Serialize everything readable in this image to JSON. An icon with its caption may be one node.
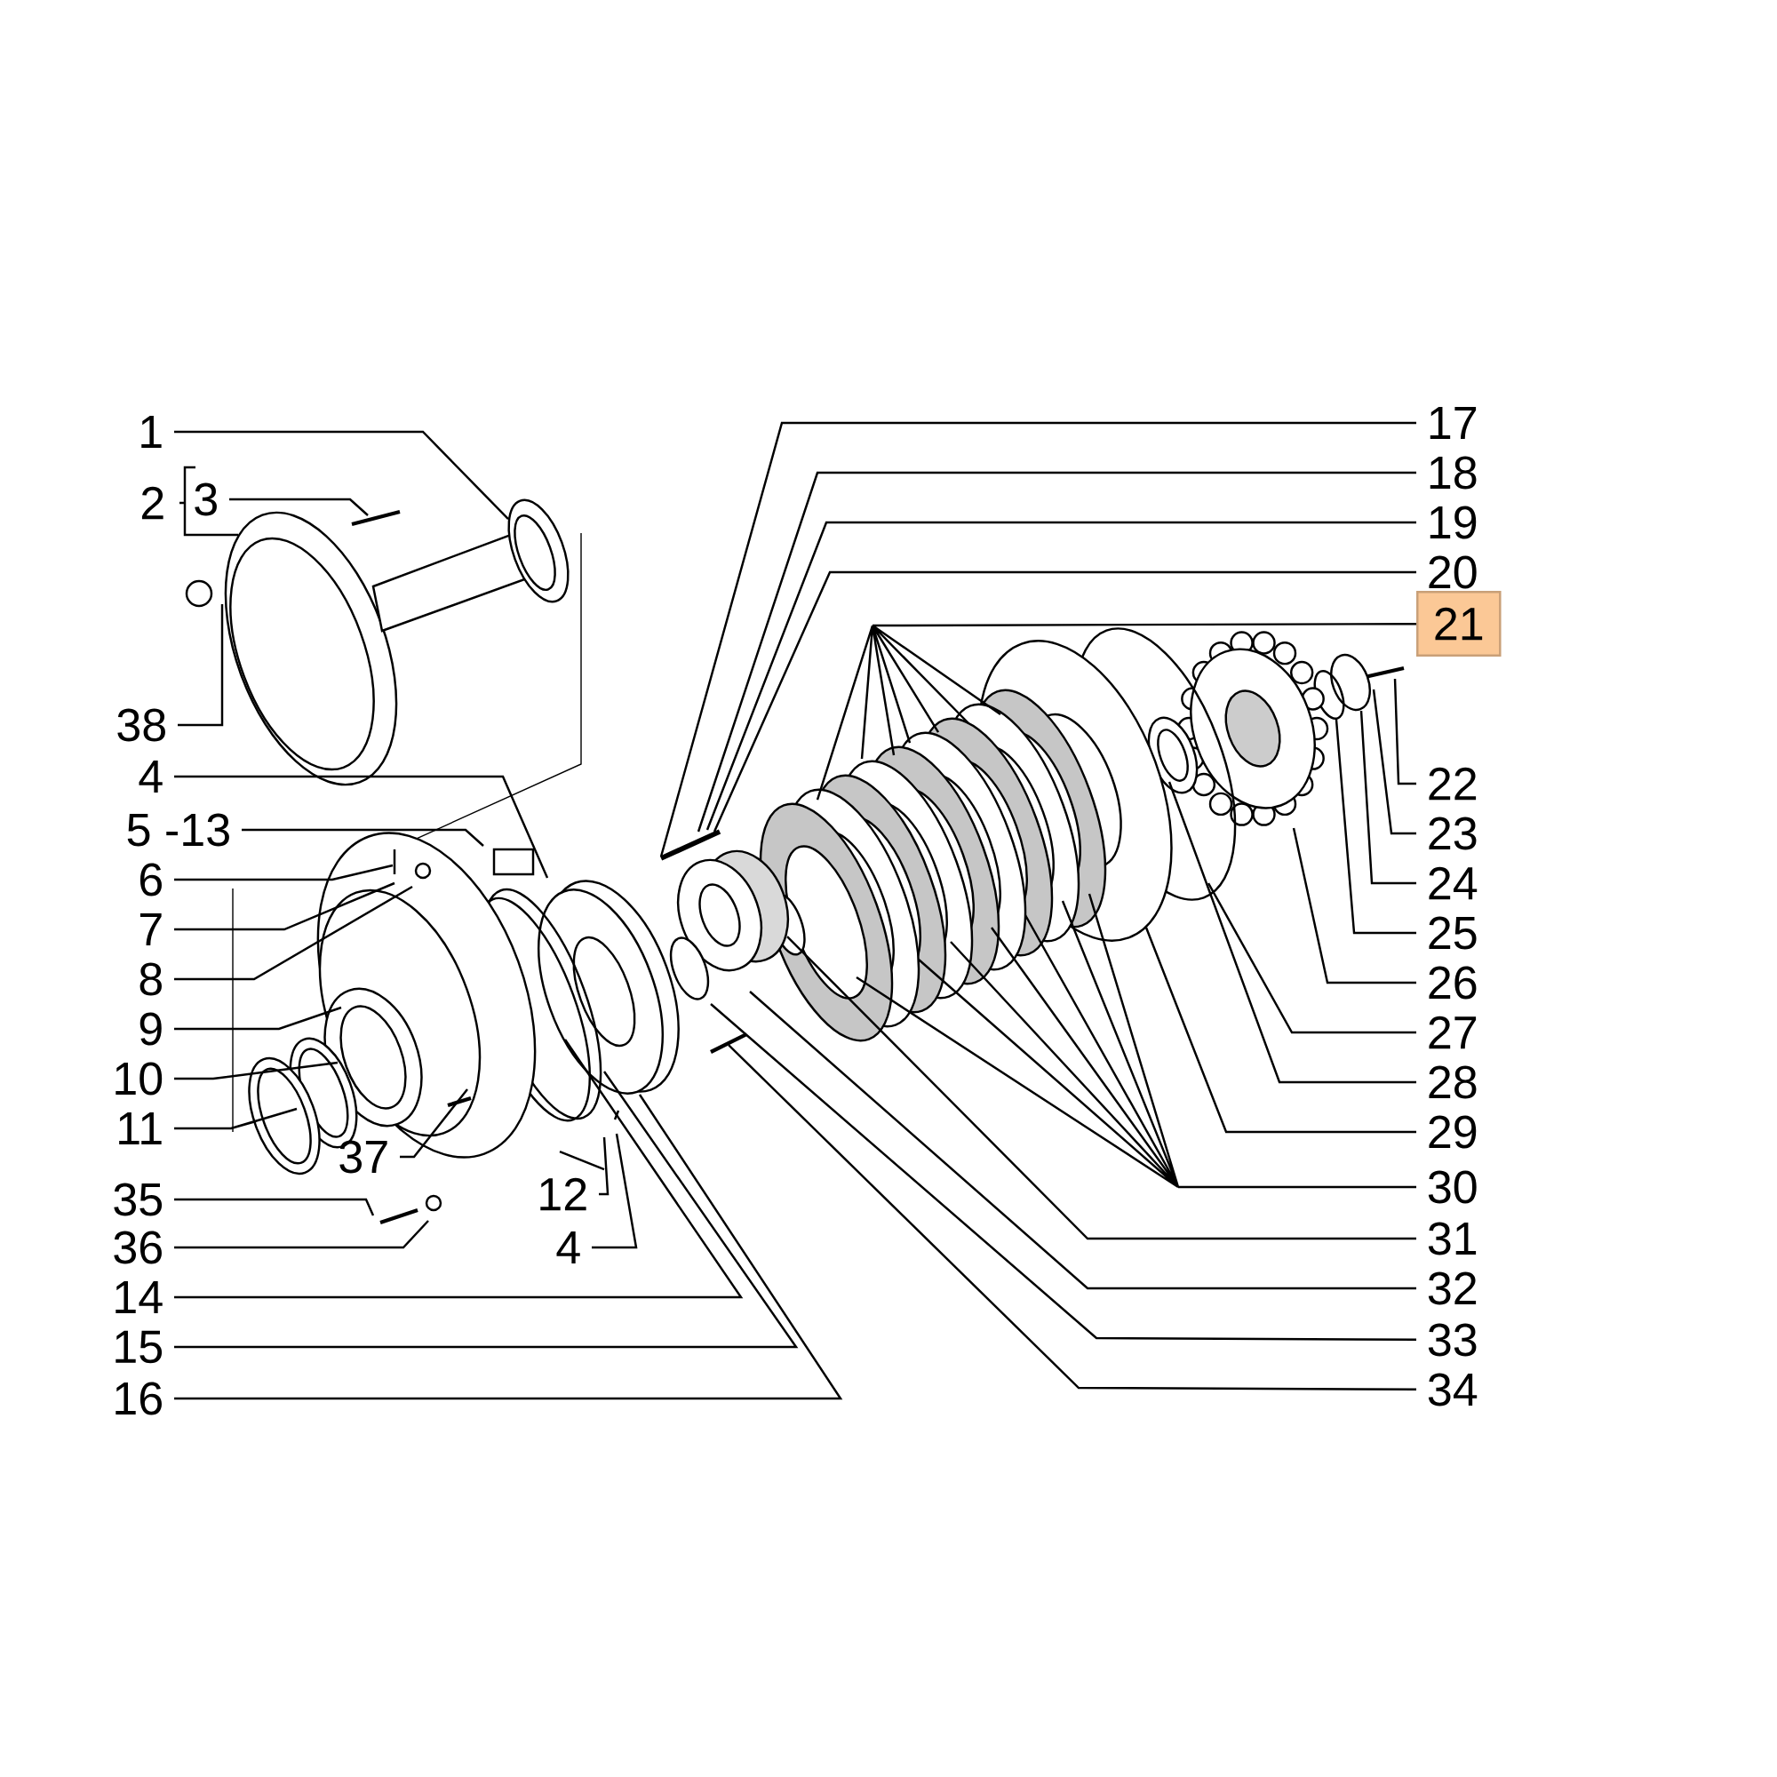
{
  "diagram": {
    "nodes": [
      {
        "text": [
          "1"
        ]
      },
      {
        "text": [
          "2"
        ]
      },
      {
        "text": [
          "3"
        ]
      },
      {
        "text": [
          "38"
        ]
      },
      {
        "text": [
          "4"
        ]
      },
      {
        "text": [
          "5 -13"
        ]
      },
      {
        "text": [
          "6"
        ]
      },
      {
        "text": [
          "7"
        ]
      },
      {
        "text": [
          "8"
        ]
      },
      {
        "text": [
          "9"
        ]
      },
      {
        "text": [
          "10"
        ]
      },
      {
        "text": [
          "11"
        ]
      },
      {
        "text": [
          "37"
        ]
      },
      {
        "text": [
          "35"
        ]
      },
      {
        "text": [
          "36"
        ]
      },
      {
        "text": [
          "12"
        ]
      },
      {
        "text": [
          "4"
        ]
      },
      {
        "text": [
          "14"
        ]
      },
      {
        "text": [
          "15"
        ]
      },
      {
        "text": [
          "16"
        ]
      },
      {
        "text": [
          "17"
        ]
      },
      {
        "text": [
          "18"
        ]
      },
      {
        "text": [
          "19"
        ]
      },
      {
        "text": [
          "20"
        ]
      },
      {
        "text": [
          "21"
        ]
      },
      {
        "text": [
          "22"
        ]
      },
      {
        "text": [
          "23"
        ]
      },
      {
        "text": [
          "24"
        ]
      },
      {
        "text": [
          "25"
        ]
      },
      {
        "text": [
          "26"
        ]
      },
      {
        "text": [
          "27"
        ]
      },
      {
        "text": [
          "28"
        ]
      },
      {
        "text": [
          "29"
        ]
      },
      {
        "text": [
          "30"
        ]
      },
      {
        "text": [
          "31"
        ]
      },
      {
        "text": [
          "32"
        ]
      },
      {
        "text": [
          "33"
        ]
      },
      {
        "text": [
          "34"
        ]
      }
    ],
    "edges": [
      {
        "from": 0,
        "to": null,
        "arrow": "none"
      },
      {
        "from": 2,
        "to": null,
        "arrow": "none"
      },
      {
        "from": 3,
        "to": null,
        "arrow": "none"
      },
      {
        "from": 4,
        "to": null,
        "arrow": "none"
      },
      {
        "from": 5,
        "to": null,
        "arrow": "none"
      },
      {
        "from": 6,
        "to": null,
        "arrow": "none"
      },
      {
        "from": 7,
        "to": null,
        "arrow": "none"
      },
      {
        "from": 8,
        "to": null,
        "arrow": "none"
      },
      {
        "from": 9,
        "to": null,
        "arrow": "none"
      },
      {
        "from": 10,
        "to": null,
        "arrow": "none"
      },
      {
        "from": 11,
        "to": null,
        "arrow": "none"
      },
      {
        "from": 12,
        "to": null,
        "arrow": "none"
      },
      {
        "from": 13,
        "to": null,
        "arrow": "none"
      },
      {
        "from": 14,
        "to": null,
        "arrow": "none"
      },
      {
        "from": 15,
        "to": null,
        "arrow": "none"
      },
      {
        "from": 16,
        "to": null,
        "arrow": "none"
      },
      {
        "from": 17,
        "to": null,
        "arrow": "none"
      },
      {
        "from": 18,
        "to": null,
        "arrow": "none"
      },
      {
        "from": 19,
        "to": null,
        "arrow": "none"
      },
      {
        "from": 20,
        "to": null,
        "arrow": "none"
      },
      {
        "from": 21,
        "to": null,
        "arrow": "none"
      },
      {
        "from": 22,
        "to": null,
        "arrow": "none"
      },
      {
        "from": 23,
        "to": null,
        "arrow": "none"
      },
      {
        "from": 24,
        "to": null,
        "arrow": "none"
      },
      {
        "from": 25,
        "to": null,
        "arrow": "none"
      },
      {
        "from": 26,
        "to": null,
        "arrow": "none"
      },
      {
        "from": 27,
        "to": null,
        "arrow": "none"
      },
      {
        "from": 28,
        "to": null,
        "arrow": "none"
      },
      {
        "from": 29,
        "to": null,
        "arrow": "none"
      },
      {
        "from": 30,
        "to": null,
        "arrow": "none"
      },
      {
        "from": 31,
        "to": null,
        "arrow": "none"
      },
      {
        "from": 32,
        "to": null,
        "arrow": "none"
      },
      {
        "from": 33,
        "to": null,
        "arrow": "none"
      },
      {
        "from": 34,
        "to": null,
        "arrow": "none"
      },
      {
        "from": 35,
        "to": null,
        "arrow": "none"
      },
      {
        "from": 36,
        "to": null,
        "arrow": "none"
      },
      {
        "from": 37,
        "to": null,
        "arrow": "none"
      }
    ]
  }
}
